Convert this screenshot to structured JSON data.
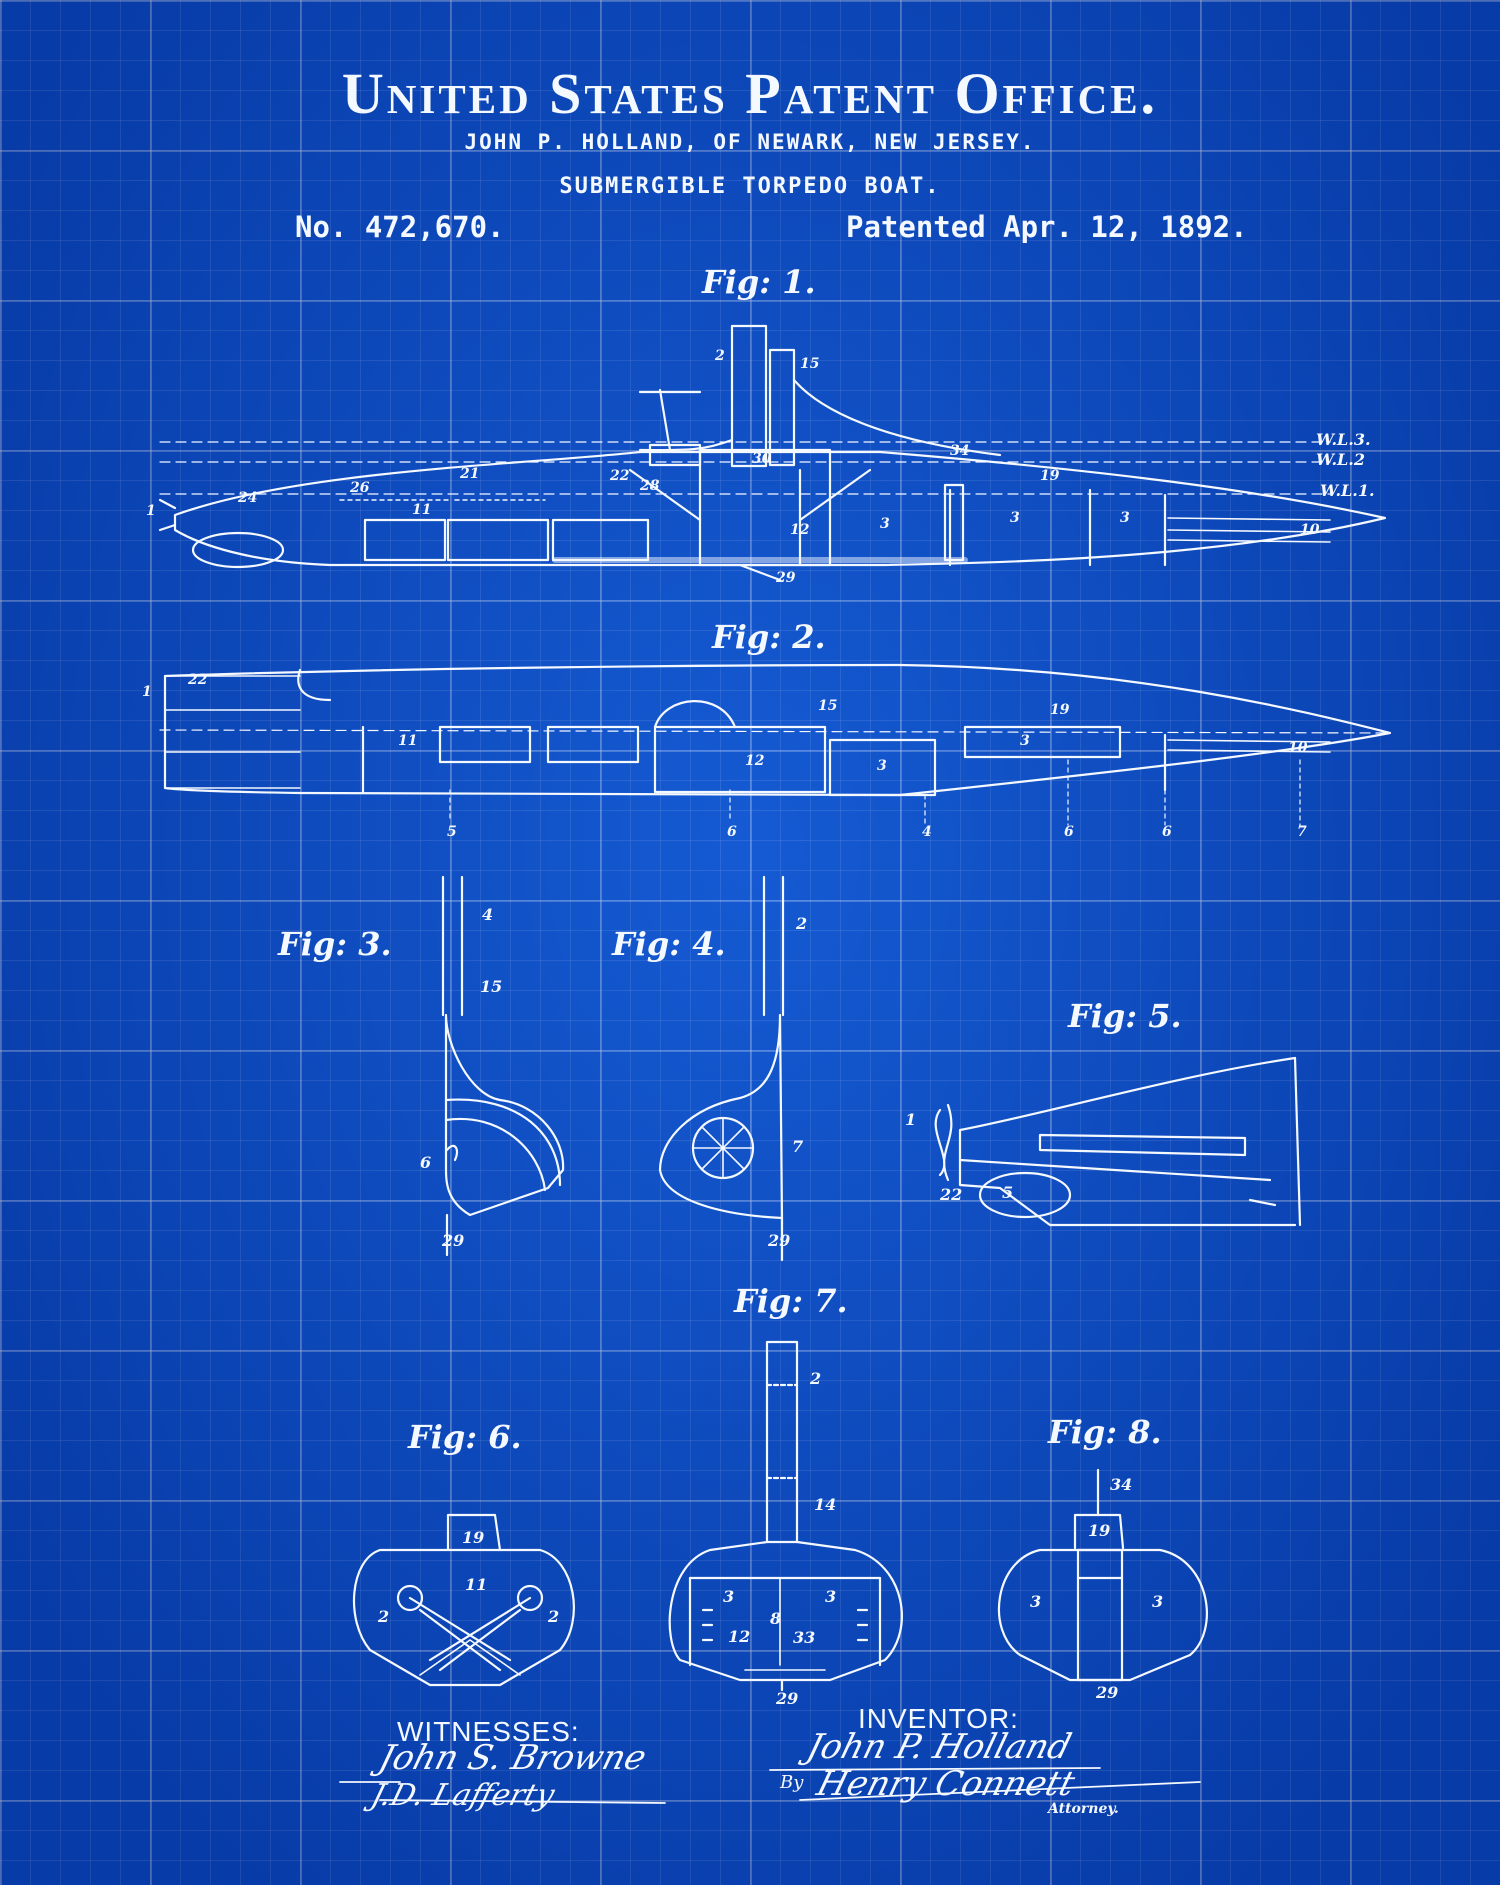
{
  "header": {
    "office": "United States Patent Office.",
    "inventor_line": "JOHN P. HOLLAND, OF NEWARK, NEW JERSEY.",
    "invention": "SUBMERGIBLE TORPEDO BOAT.",
    "patent_number": "No. 472,670.",
    "patent_date": "Patented Apr. 12, 1892."
  },
  "figures": {
    "fig1": "Fig: 1.",
    "fig2": "Fig: 2.",
    "fig3": "Fig: 3.",
    "fig4": "Fig: 4.",
    "fig5": "Fig: 5.",
    "fig6": "Fig: 6.",
    "fig7": "Fig: 7.",
    "fig8": "Fig: 8."
  },
  "waterlines": [
    "W.L.3.",
    "W.L.2",
    "W.L.1."
  ],
  "reference_numerals": {
    "fig1": [
      "1",
      "3",
      "3",
      "3",
      "10",
      "11",
      "12",
      "19",
      "21",
      "22",
      "24",
      "26",
      "28",
      "29",
      "30",
      "34",
      "2",
      "15"
    ],
    "fig2": [
      "1",
      "11",
      "12",
      "3",
      "3",
      "10",
      "15",
      "19",
      "22"
    ],
    "section_marks": [
      "5",
      "6",
      "4",
      "6",
      "6",
      "7"
    ],
    "fig3": [
      "4",
      "15",
      "6",
      "29"
    ],
    "fig4": [
      "2",
      "7",
      "29"
    ],
    "fig5": [
      "1",
      "22",
      "5"
    ],
    "fig6": [
      "19",
      "11",
      "2",
      "2"
    ],
    "fig7": [
      "2",
      "14",
      "3",
      "3",
      "12",
      "8",
      "33",
      "29"
    ],
    "fig8": [
      "34",
      "19",
      "3",
      "3",
      "29"
    ]
  },
  "footer": {
    "witnesses_label": "WITNESSES:",
    "inventor_label": "INVENTOR:",
    "witness_sig_1": "John S. Browne",
    "witness_sig_2": "J.D. Lafferty",
    "inventor_sig": "John P. Holland",
    "by_label": "By",
    "attorney_sig": "Henry Connett",
    "attorney_label": "Attorney."
  }
}
